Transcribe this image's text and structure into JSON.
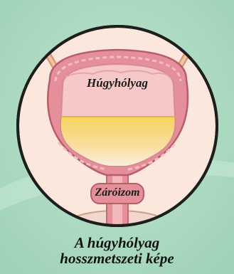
{
  "labels": {
    "bladder": "Húgyhólyag",
    "sphincter": "Záróizom"
  },
  "caption": {
    "line1": "A húgyhólyag",
    "line2": "hosszmetszeti képe"
  },
  "colors": {
    "background": "#a9d8bf",
    "circle_fill": "#fbe7db",
    "circle_outline": "#1e1e1e",
    "bladder_wall": "#e58f98",
    "bladder_inner": "#f6c5c5",
    "urine_top": "#f7d86a",
    "urine_bottom": "#fae7c9"
  }
}
